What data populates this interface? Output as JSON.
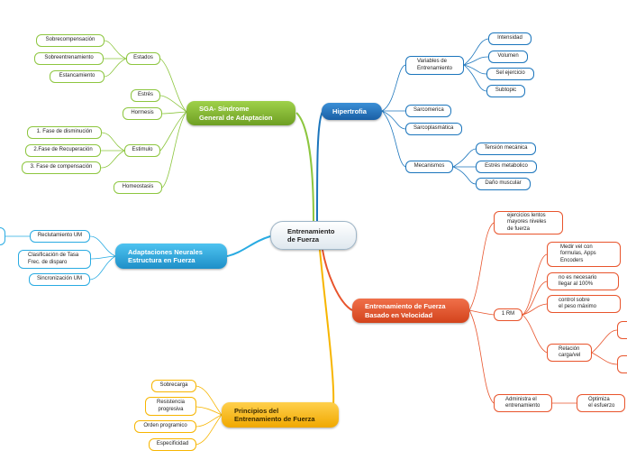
{
  "center": {
    "label": "Entrenamiento\nde Fuerza"
  },
  "branches": {
    "sga": {
      "label": "SGA- Síndrome\nGeneral de Adaptacion",
      "color": "#8dc63f",
      "estados": "Estados",
      "sobrecompensacion": "Sobrecompensación",
      "sobreentrenamiento": "Sobreentrenamiento",
      "estancamiento": "Estancamiento",
      "estres": "Estrés",
      "hormesis": "Hormesis",
      "estimulo": "Estimulo",
      "fase1": "1. Fase de disminución",
      "fase2": "2.Fase de Recuperación",
      "fase3": "3. Fase de compensación",
      "homeostasis": "Homeostasis"
    },
    "hipertrofia": {
      "label": "Hipertrofia",
      "color": "#1b75bc",
      "variables": "Variables de\nEntrenamiento",
      "intensidad": "Intensidad",
      "volumen": "Volumen",
      "sel_ejercicio": "Sel ejercicio",
      "subtopic": "Subtopic",
      "sarcomerica": "Sarcomerica",
      "sarcoplasmatica": "Sarcoplasmática",
      "mecanismos": "Mecanismos",
      "tension": "Tensión mecánica",
      "estres_metabolico": "Estrés metabolico",
      "dano_muscular": "Daño muscular"
    },
    "adaptaciones": {
      "label": "Adaptaciones Neurales\nEstructura en Fuerza",
      "color": "#29abe2",
      "reclutamiento": "Reclutamiento UM",
      "clasificacion": "Clasificación de Tasa\nFrec. de disparo",
      "sincronizacion": "Sincronización UM"
    },
    "velocidad": {
      "label": "Entrenamiento de Fuerza\nBasado en Velocidad",
      "color": "#e8542c",
      "ejercicios": "ejercicios lentos\nmayores niveles\nde fuerza",
      "rm": "1 RM",
      "medir": "Medir vel con\nformulas, Apps\nEncoders",
      "no_necesario": "no es necesario\nllegar al 100%",
      "control": "control sobre\nel peso máximo",
      "relacion": "Relación\ncarga/vel",
      "administra": "Administra el\nentrenamiento",
      "optimiza": "Optimiza\nel esfuerzo"
    },
    "principios": {
      "label": "Principios del\nEntrenamiento de Fuerza",
      "color": "#f7b500",
      "sobrecarga": "Sobrecarga",
      "resistencia": "Resistencia\nprogresiva",
      "orden": "Orden programico",
      "especificidad": "Especificidad"
    }
  }
}
